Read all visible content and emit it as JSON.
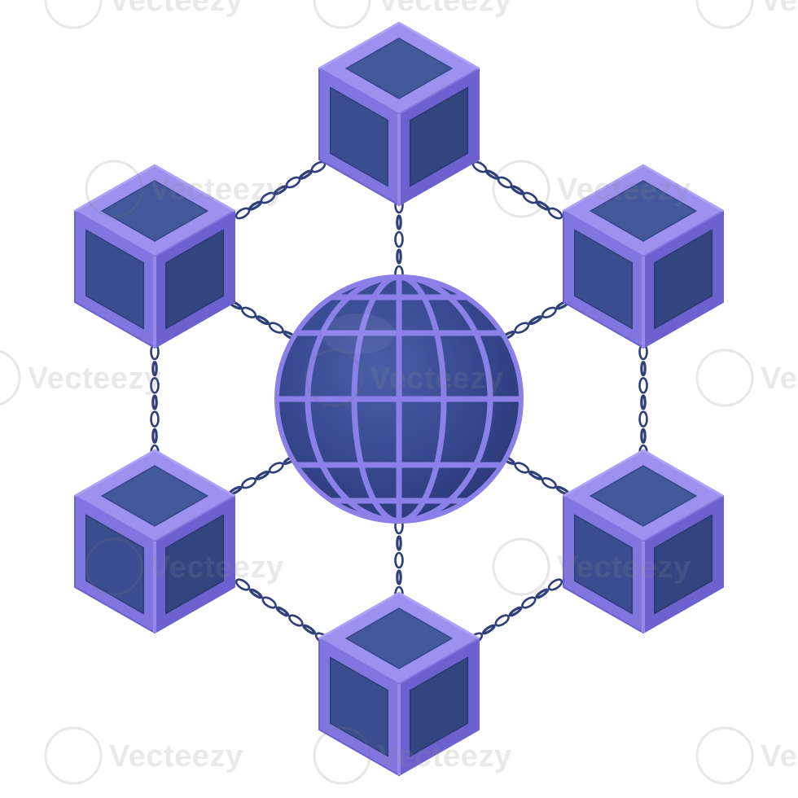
{
  "scene": {
    "subject": "globe-connected-to-six-blocks-by-chains",
    "watermark_text": "Vecteezy",
    "colors": {
      "background": "#ffffff",
      "frame_light": "#9d91f0",
      "frame_mid": "#8076e0",
      "frame_dark": "#6b62cf",
      "panel_light": "#43589a",
      "panel_mid": "#3a4d8f",
      "panel_dark": "#33457f",
      "globe_light": "#4a5ea8",
      "globe_dark": "#2c3a78",
      "grid": "#8b7fe8",
      "chain": "#2f3f7a"
    },
    "icons": [
      "cube-icon",
      "globe-icon",
      "chain-icon",
      "vecteezy-logo"
    ]
  }
}
